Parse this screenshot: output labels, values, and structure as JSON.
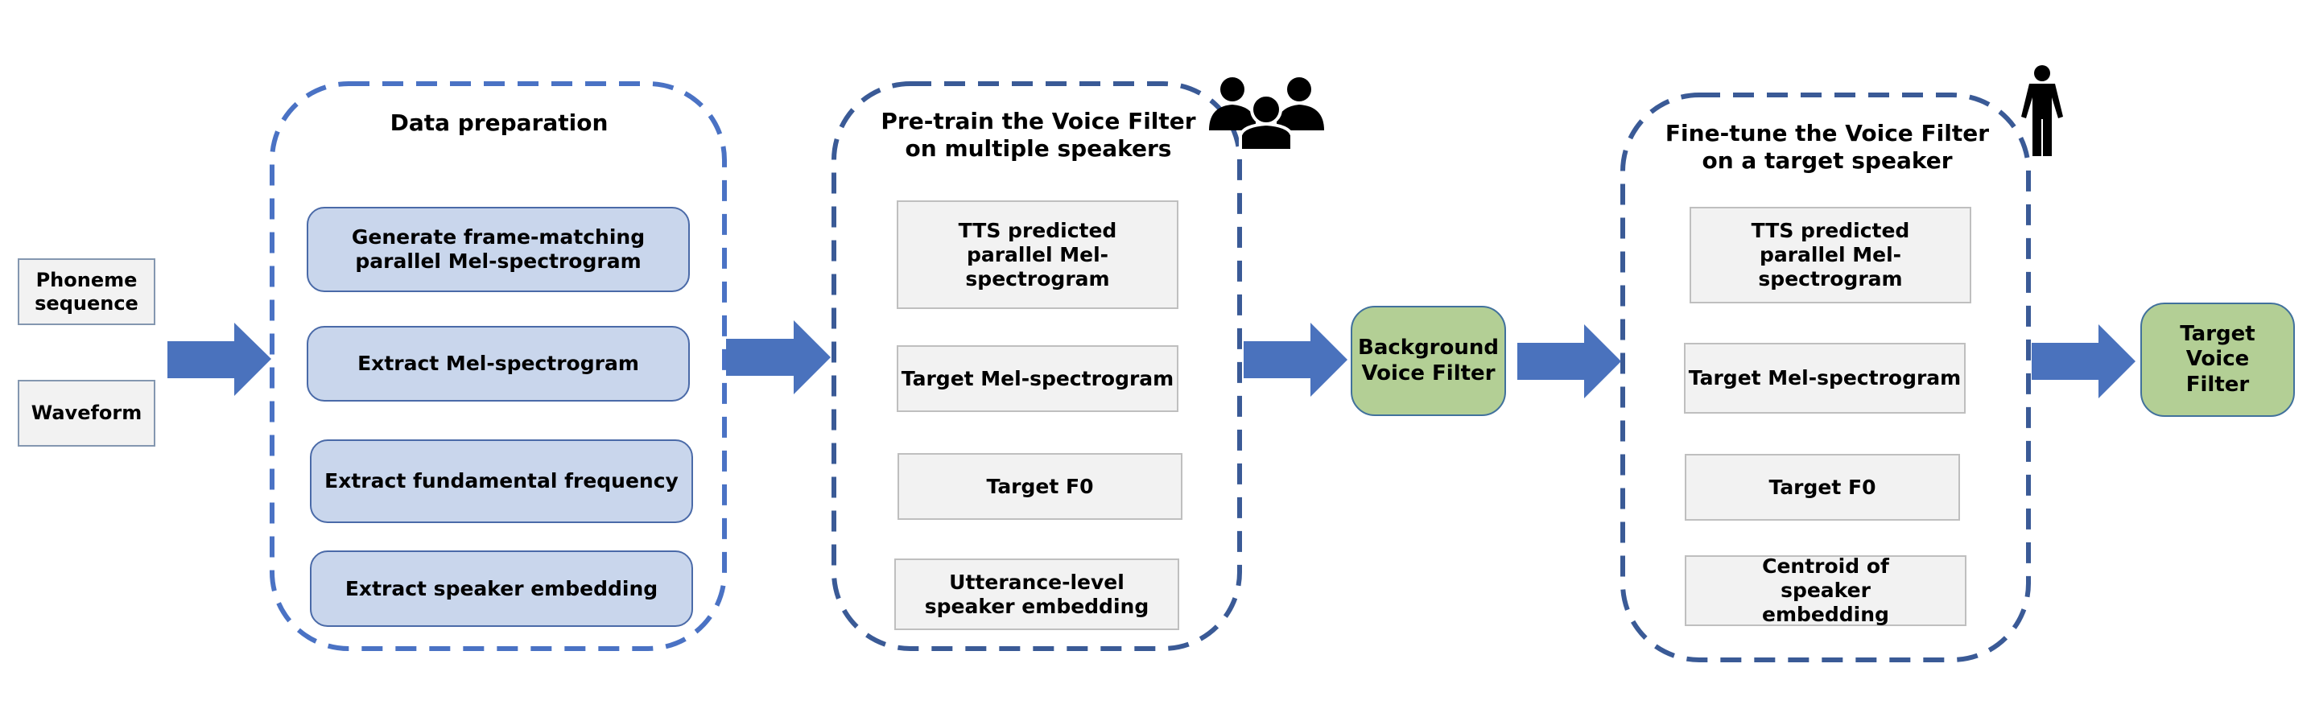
{
  "inputs": [
    {
      "label": "Phoneme sequence"
    },
    {
      "label": "Waveform"
    }
  ],
  "groups": {
    "data_preparation": {
      "title": "Data preparation",
      "items": [
        "Generate frame-matching parallel Mel-spectrogram",
        "Extract Mel-spectrogram",
        "Extract fundamental frequency",
        "Extract speaker embedding"
      ]
    },
    "pretrain": {
      "title": "Pre-train the Voice Filter on multiple speakers",
      "icon": "multiple-speakers-icon",
      "items": [
        "TTS predicted parallel Mel-spectrogram",
        "Target Mel-spectrogram",
        "Target F0",
        "Utterance-level speaker embedding"
      ]
    },
    "finetune": {
      "title": "Fine-tune the Voice Filter on a target speaker",
      "icon": "single-speaker-icon",
      "items": [
        "TTS predicted parallel Mel-spectrogram",
        "Target Mel-spectrogram",
        "Target F0",
        "Centroid of speaker embedding"
      ]
    }
  },
  "outputs": {
    "background": "Background Voice Filter",
    "target": "Target Voice Filter"
  },
  "colors": {
    "arrow": "#4a72bd",
    "group1_border": "#4a72c4",
    "group_border_dark": "#3a5a96",
    "prep_fill": "#c9d6ec",
    "gray_fill": "#f2f2f2",
    "green_fill": "#b3cf95"
  }
}
